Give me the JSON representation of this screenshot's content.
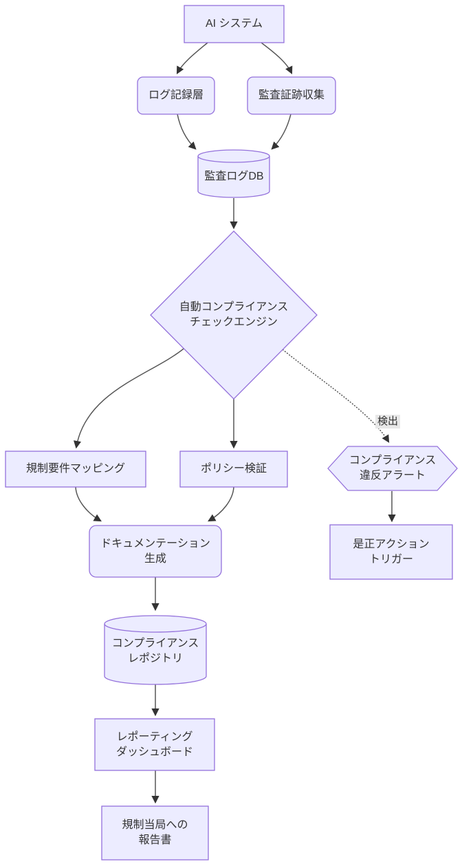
{
  "diagram": {
    "type": "flowchart",
    "direction": "top-down",
    "colors": {
      "node_fill": "#ECECFF",
      "node_border": "#9370DB",
      "text": "#333333",
      "edge": "#555555",
      "arrowhead": "#333333",
      "edge_label_bg": "#e8e8e8"
    },
    "nodes": [
      {
        "id": "ai_system",
        "shape": "rect",
        "label": "AI システム"
      },
      {
        "id": "log_layer",
        "shape": "rounded",
        "label": "ログ記録層"
      },
      {
        "id": "audit_trail",
        "shape": "rounded",
        "label": "監査証跡収集"
      },
      {
        "id": "audit_db",
        "shape": "cylinder",
        "label": "監査ログDB"
      },
      {
        "id": "engine",
        "shape": "diamond",
        "label": "自動コンプライアンス\nチェックエンジン"
      },
      {
        "id": "mapping",
        "shape": "rect",
        "label": "規制要件マッピング"
      },
      {
        "id": "policy",
        "shape": "rect",
        "label": "ポリシー検証"
      },
      {
        "id": "alert",
        "shape": "hexagon",
        "label": "コンプライアンス\n違反アラート"
      },
      {
        "id": "doc_gen",
        "shape": "rounded",
        "label": "ドキュメンテーション\n生成"
      },
      {
        "id": "remediation",
        "shape": "rect",
        "label": "是正アクション\nトリガー"
      },
      {
        "id": "repository",
        "shape": "cylinder",
        "label": "コンプライアンス\nレポジトリ"
      },
      {
        "id": "dashboard",
        "shape": "rect",
        "label": "レポーティング\nダッシュボード"
      },
      {
        "id": "report",
        "shape": "rect",
        "label": "規制当局への\n報告書"
      }
    ],
    "edges": [
      {
        "from": "ai_system",
        "to": "log_layer",
        "style": "solid",
        "label": ""
      },
      {
        "from": "ai_system",
        "to": "audit_trail",
        "style": "solid",
        "label": ""
      },
      {
        "from": "log_layer",
        "to": "audit_db",
        "style": "solid",
        "label": ""
      },
      {
        "from": "audit_trail",
        "to": "audit_db",
        "style": "solid",
        "label": ""
      },
      {
        "from": "audit_db",
        "to": "engine",
        "style": "solid",
        "label": ""
      },
      {
        "from": "engine",
        "to": "mapping",
        "style": "solid",
        "label": ""
      },
      {
        "from": "engine",
        "to": "policy",
        "style": "solid",
        "label": ""
      },
      {
        "from": "engine",
        "to": "alert",
        "style": "dotted",
        "label": "検出"
      },
      {
        "from": "mapping",
        "to": "doc_gen",
        "style": "solid",
        "label": ""
      },
      {
        "from": "policy",
        "to": "doc_gen",
        "style": "solid",
        "label": ""
      },
      {
        "from": "alert",
        "to": "remediation",
        "style": "solid",
        "label": ""
      },
      {
        "from": "doc_gen",
        "to": "repository",
        "style": "solid",
        "label": ""
      },
      {
        "from": "repository",
        "to": "dashboard",
        "style": "solid",
        "label": ""
      },
      {
        "from": "dashboard",
        "to": "report",
        "style": "solid",
        "label": ""
      }
    ]
  }
}
